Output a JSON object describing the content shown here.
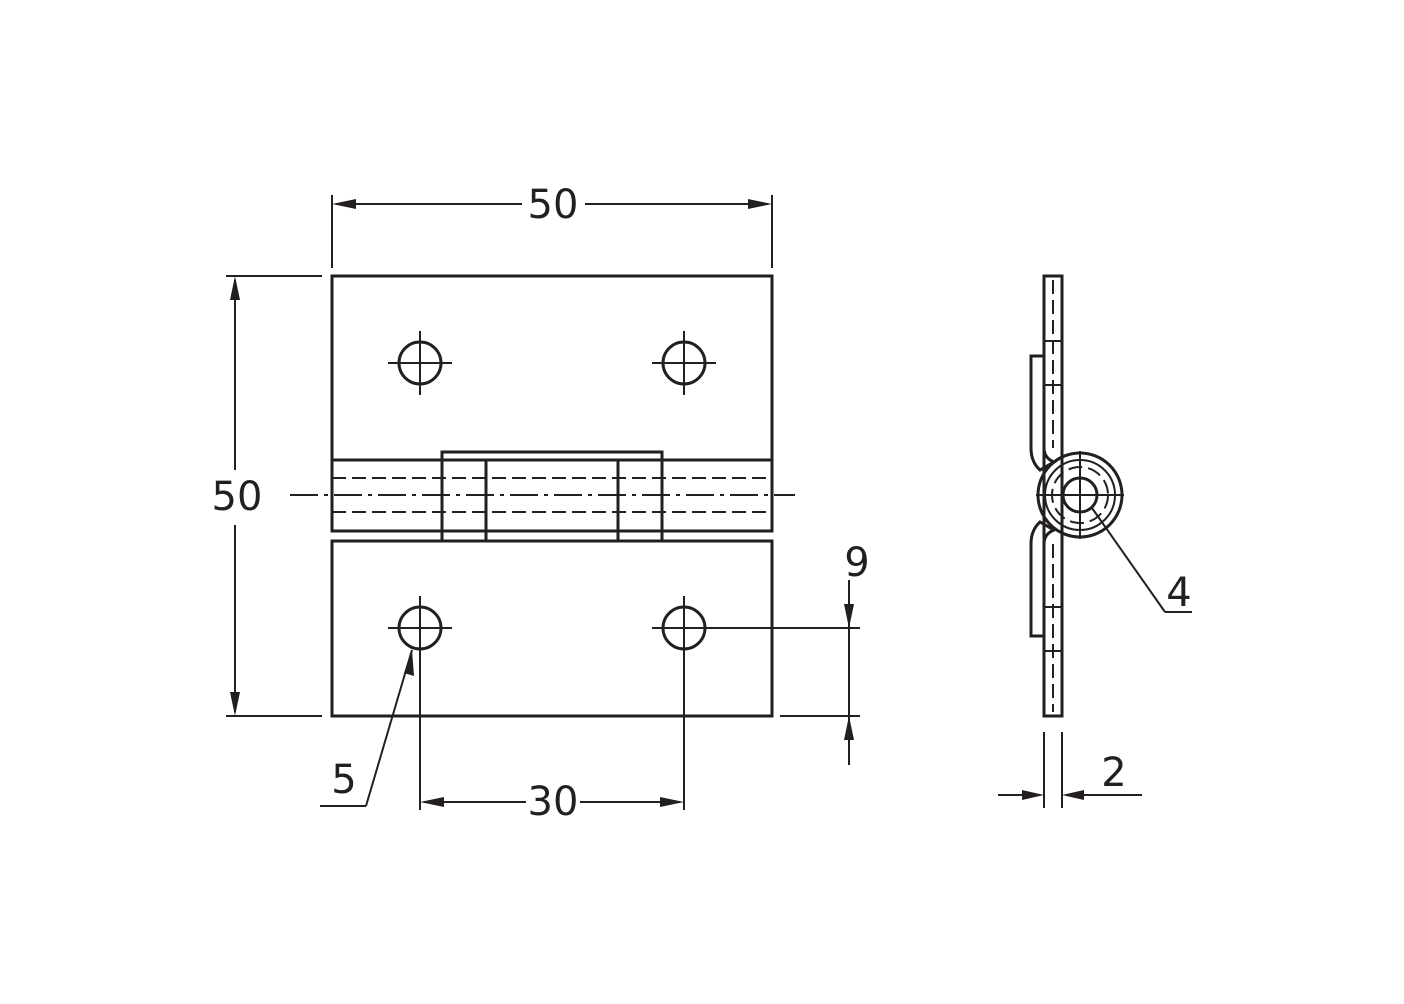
{
  "colors": {
    "fill": "#a9e0f8",
    "line": "#231f20",
    "background": "#ffffff"
  },
  "dimensions": {
    "width_top": "50",
    "height_left": "50",
    "hole_offset": "9",
    "hole_diameter": "5",
    "hole_spacing": "30",
    "pin_diameter": "4",
    "leaf_thickness": "2"
  }
}
